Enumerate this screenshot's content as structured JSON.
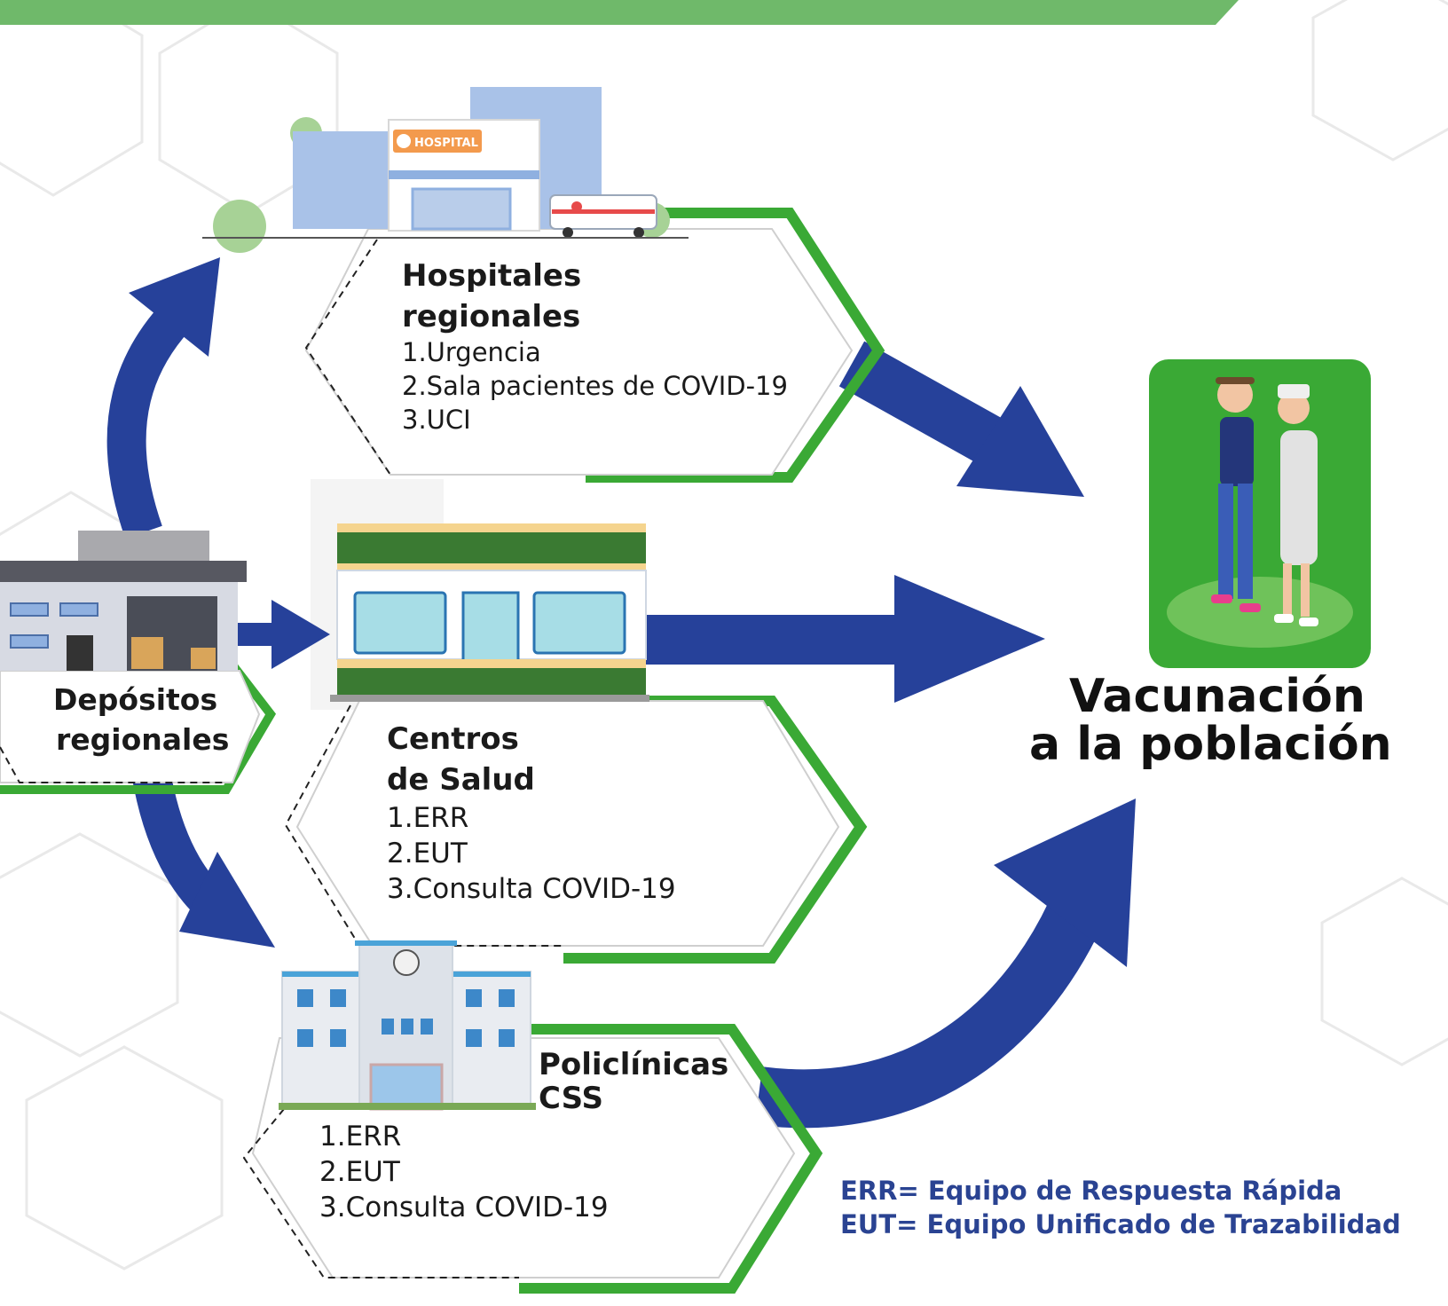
{
  "colors": {
    "arrow_blue": "#26419a",
    "brand_green": "#3aa935",
    "top_bar_green": "#6fb96a",
    "legend_blue": "#2a4392",
    "card_bg": "#ffffff"
  },
  "nodes": {
    "depositos": {
      "title_1": "Depósitos",
      "title_2": "regionales"
    },
    "hospitales": {
      "icon": "hospital-building-icon",
      "sign": "HOSPITAL",
      "title_1": "Hospitales",
      "title_2": "regionales",
      "items": [
        "1.Urgencia",
        "2.Sala pacientes de COVID-19",
        "3.UCI"
      ]
    },
    "centros": {
      "icon": "health-center-building-icon",
      "title_1": "Centros",
      "title_2": "de Salud",
      "items": [
        "1.ERR",
        "2.EUT",
        "3.Consulta COVID-19"
      ]
    },
    "policlinicas": {
      "icon": "polyclinic-building-icon",
      "title_1": "Policlínicas",
      "title_2": "CSS",
      "items": [
        "1.ERR",
        "2.EUT",
        "3.Consulta COVID-19"
      ]
    },
    "vacunacion": {
      "icon": "vaccination-nurse-patient-icon",
      "title_1": "Vacunación",
      "title_2": "a la población"
    }
  },
  "legend": [
    "ERR= Equipo de Respuesta Rápida",
    "EUT= Equipo Unificado de Trazabilidad"
  ]
}
